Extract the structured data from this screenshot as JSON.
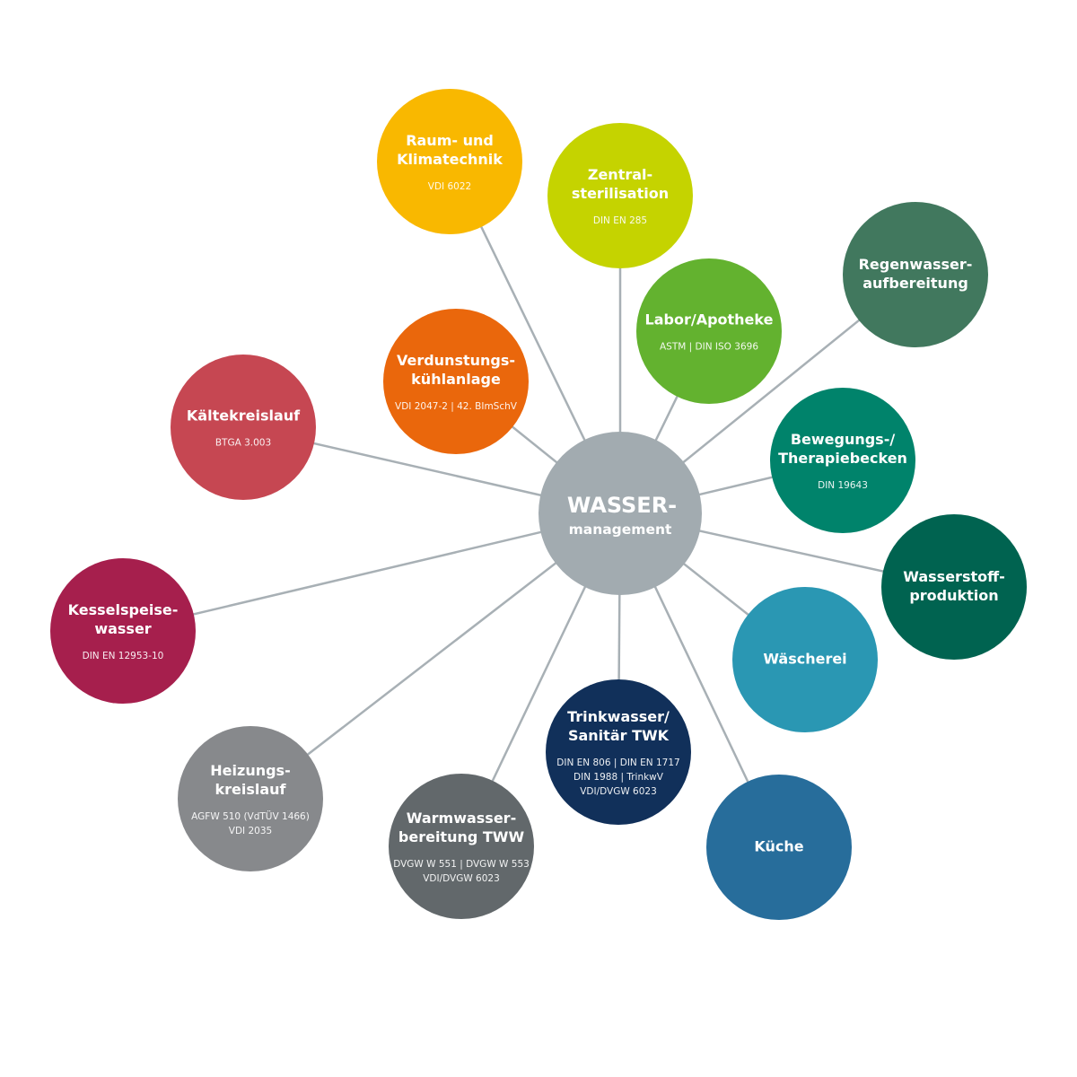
{
  "hub": {
    "title": "WASSER-",
    "subtitle": "management",
    "color": "#A2ABB0"
  },
  "line_color": "#A8B0B5",
  "nodes": [
    {
      "id": "raum",
      "title": [
        "Raum- und",
        "Klimatechnik"
      ],
      "standards": [
        "VDI 6022"
      ],
      "color": "#F9B800"
    },
    {
      "id": "zentral",
      "title": [
        "Zentral-",
        "sterilisation"
      ],
      "standards": [
        "DIN EN 285"
      ],
      "color": "#C5D300"
    },
    {
      "id": "labor",
      "title": [
        "Labor/Apotheke"
      ],
      "standards": [
        "ASTM | DIN ISO 3696"
      ],
      "color": "#63B22F"
    },
    {
      "id": "regen",
      "title": [
        "Regenwasser-",
        "aufbereitung"
      ],
      "standards": [],
      "color": "#41785E"
    },
    {
      "id": "bewegung",
      "title": [
        "Bewegungs-/",
        "Therapiebecken"
      ],
      "standards": [
        "DIN 19643"
      ],
      "color": "#00836B"
    },
    {
      "id": "wasserstoff",
      "title": [
        "Wasserstoff-",
        "produktion"
      ],
      "standards": [],
      "color": "#006350"
    },
    {
      "id": "waescherei",
      "title": [
        "Wäscherei"
      ],
      "standards": [],
      "color": "#2A97B3"
    },
    {
      "id": "kueche",
      "title": [
        "Küche"
      ],
      "standards": [],
      "color": "#276D9B"
    },
    {
      "id": "trinkwasser",
      "title": [
        "Trinkwasser/",
        "Sanitär TWK"
      ],
      "standards": [
        "DIN EN 806 | DIN EN 1717",
        "DIN 1988 | TrinkwV",
        "VDI/DVGW 6023"
      ],
      "color": "#11305A"
    },
    {
      "id": "warmwasser",
      "title": [
        "Warmwasser-",
        "bereitung TWW"
      ],
      "standards": [
        "DVGW W 551 | DVGW W 553",
        "VDI/DVGW 6023"
      ],
      "color": "#62686B"
    },
    {
      "id": "heizung",
      "title": [
        "Heizungs-",
        "kreislauf"
      ],
      "standards": [
        "AGFW 510 (VdTÜV 1466)",
        "VDI 2035"
      ],
      "color": "#87898C"
    },
    {
      "id": "kessel",
      "title": [
        "Kesselspeise-",
        "wasser"
      ],
      "standards": [
        "DIN EN 12953-10"
      ],
      "color": "#A61F4D"
    },
    {
      "id": "kaelte",
      "title": [
        "Kältekreislauf"
      ],
      "standards": [
        "BTGA 3.003"
      ],
      "color": "#C64752"
    },
    {
      "id": "verdunstung",
      "title": [
        "Verdunstungs-",
        "kühlanlage"
      ],
      "standards": [
        "VDI 2047-2 | 42. BImSchV"
      ],
      "color": "#EA670C"
    }
  ]
}
